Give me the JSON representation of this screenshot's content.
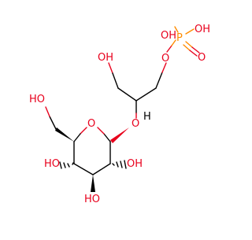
{
  "atoms": {
    "oh_top_left": "OH",
    "p_oh_left": "OH",
    "p_oh_right": "OH",
    "phosphorus": "P",
    "p_ester_o": "O",
    "p_double_o": "O",
    "glycerol_ch": "H",
    "glycosidic_o": "O",
    "ring_o": "O",
    "ch2oh_o": "HO",
    "c4_oh": "HO",
    "c3_oh": "HO",
    "c2_oh": "OH"
  },
  "colors": {
    "oxygen": "#e8001c",
    "phosphorus": "#ff8c00",
    "bond": "#000000"
  }
}
